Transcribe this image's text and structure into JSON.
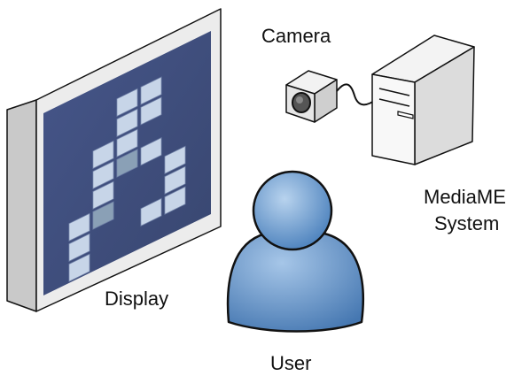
{
  "labels": {
    "camera": "Camera",
    "display": "Display",
    "system_line1": "MediaME",
    "system_line2": "System",
    "user": "User"
  },
  "colors": {
    "screen": "#40507f",
    "tile": "#c7d5e8",
    "tile_dim": "#8aa0b6",
    "bezel": "#e9e9e9",
    "user_fill": "#5a8ec6",
    "outline": "#111111"
  }
}
